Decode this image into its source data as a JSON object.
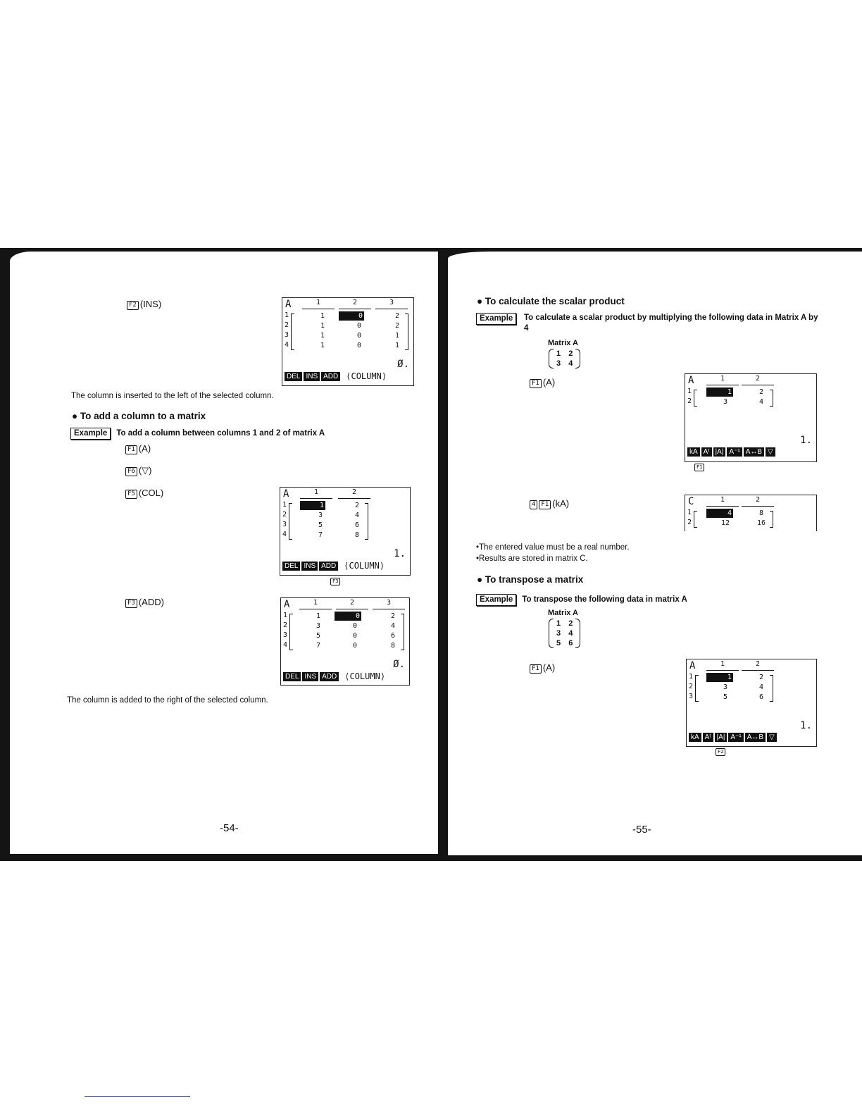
{
  "left_page": {
    "step_ins": {
      "key": "F2",
      "label": "(INS)"
    },
    "screen1": {
      "name": "A",
      "columns": [
        "1",
        "2",
        "3"
      ],
      "row_labels": [
        "1",
        "2",
        "3",
        "4"
      ],
      "rows": [
        [
          "1",
          "0",
          "2"
        ],
        [
          "1",
          "0",
          "2"
        ],
        [
          "1",
          "0",
          "1"
        ],
        [
          "1",
          "0",
          "1"
        ]
      ],
      "result": "Ø.",
      "softkeys": [
        "DEL",
        "INS",
        "ADD"
      ],
      "mode_text": "⟨COLUMN⟩"
    },
    "note_inserted": "The column is inserted to the left of the selected column.",
    "heading_add": "To add a column to a matrix",
    "example_tag": "Example",
    "example_add_text": "To add a column between columns 1 and 2 of matrix A",
    "step_a": {
      "key": "F1",
      "label": "(A)"
    },
    "step_down": {
      "key": "F6",
      "label": "(▽)"
    },
    "step_col": {
      "key": "F5",
      "label": "(COL)"
    },
    "screen2": {
      "name": "A",
      "columns": [
        "1",
        "2"
      ],
      "row_labels": [
        "1",
        "2",
        "3",
        "4"
      ],
      "rows": [
        [
          "1",
          "2"
        ],
        [
          "3",
          "4"
        ],
        [
          "5",
          "6"
        ],
        [
          "7",
          "8"
        ]
      ],
      "result": "1.",
      "softkeys": [
        "DEL",
        "INS",
        "ADD"
      ],
      "mode_text": "⟨COLUMN⟩",
      "fn_tag": "F3"
    },
    "step_add": {
      "key": "F3",
      "label": "(ADD)"
    },
    "screen3": {
      "name": "A",
      "columns": [
        "1",
        "2",
        "3"
      ],
      "row_labels": [
        "1",
        "2",
        "3",
        "4"
      ],
      "rows": [
        [
          "1",
          "0",
          "2"
        ],
        [
          "3",
          "0",
          "4"
        ],
        [
          "5",
          "0",
          "6"
        ],
        [
          "7",
          "0",
          "8"
        ]
      ],
      "result": "Ø.",
      "softkeys": [
        "DEL",
        "INS",
        "ADD"
      ],
      "mode_text": "⟨COLUMN⟩"
    },
    "note_added": "The column is added to the right of the selected column.",
    "page_number": "-54-"
  },
  "right_page": {
    "heading_scalar": "To calculate the scalar product",
    "example_tag": "Example",
    "example_scalar_text": "To calculate a scalar product by multiplying the following data in Matrix A by 4",
    "matrix1": {
      "label": "Matrix A",
      "rows": [
        [
          "1",
          "2"
        ],
        [
          "3",
          "4"
        ]
      ]
    },
    "step_a1": {
      "key": "F1",
      "label": "(A)"
    },
    "screen4": {
      "name": "A",
      "columns": [
        "1",
        "2"
      ],
      "row_labels": [
        "1",
        "2"
      ],
      "rows": [
        [
          "1",
          "2"
        ],
        [
          "3",
          "4"
        ]
      ],
      "result": "1.",
      "softkeys": [
        "kA",
        "Aᵗ",
        "|A|",
        "A⁻¹",
        "A↔B",
        "▽"
      ],
      "fn_tag": "F1"
    },
    "step_ka": {
      "keys": [
        "4",
        "F1"
      ],
      "label": "(kA)"
    },
    "screen5": {
      "name": "C",
      "columns": [
        "1",
        "2"
      ],
      "row_labels": [
        "1",
        "2"
      ],
      "rows": [
        [
          "4",
          "8"
        ],
        [
          "12",
          "16"
        ]
      ]
    },
    "bullets": [
      "•The entered value must be a real number.",
      "•Results are stored in matrix C."
    ],
    "heading_transpose": "To transpose a matrix",
    "example_transpose_text": "To transpose the following data in matrix A",
    "matrix2": {
      "label": "Matrix A",
      "rows": [
        [
          "1",
          "2"
        ],
        [
          "3",
          "4"
        ],
        [
          "5",
          "6"
        ]
      ]
    },
    "step_a2": {
      "key": "F1",
      "label": "(A)"
    },
    "screen6": {
      "name": "A",
      "columns": [
        "1",
        "2"
      ],
      "row_labels": [
        "1",
        "2",
        "3"
      ],
      "rows": [
        [
          "1",
          "2"
        ],
        [
          "3",
          "4"
        ],
        [
          "5",
          "6"
        ]
      ],
      "result": "1.",
      "softkeys": [
        "kA",
        "Aᵗ",
        "|A|",
        "A⁻¹",
        "A↔B",
        "▽"
      ],
      "fn_tag": "F2"
    },
    "page_number": "-55-"
  }
}
